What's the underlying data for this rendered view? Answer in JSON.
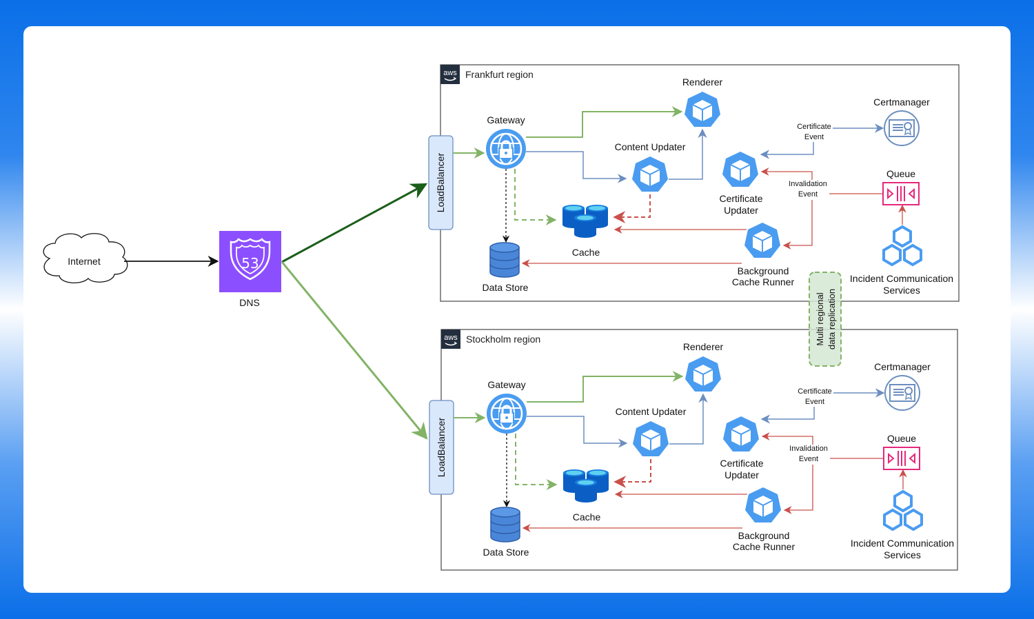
{
  "internet": {
    "label": "Internet"
  },
  "dns": {
    "label": "DNS",
    "badge": "53"
  },
  "replication": {
    "label_line1": "Multi regional",
    "label_line2": "data replication"
  },
  "colors": {
    "primary_flow": "#82b366",
    "dns_to_frankfurt": "#1a5e1a",
    "service_blue": "#4a9cf0",
    "update_flow": "#6c8ebf",
    "invalidation_flow": "#c9504b",
    "queue_pink": "#e6277a",
    "dns_purple": "#8c4fff",
    "loadbalancer_fill": "#dae8fc"
  },
  "regions": [
    {
      "title": "Frankfurt region",
      "aws_logo": "aws",
      "loadbalancer": "LoadBalancer",
      "gateway": "Gateway",
      "renderer": "Renderer",
      "content_updater": "Content Updater",
      "cache": "Cache",
      "data_store": "Data Store",
      "certificate_updater_1": "Certificate",
      "certificate_updater_2": "Updater",
      "background_runner_1": "Background",
      "background_runner_2": "Cache Runner",
      "certmanager": "Certmanager",
      "queue": "Queue",
      "certificate_event_1": "Certificate",
      "certificate_event_2": "Event",
      "invalidation_event_1": "Invalidation",
      "invalidation_event_2": "Event",
      "incident_1": "Incident Communication",
      "incident_2": "Services"
    },
    {
      "title": "Stockholm region",
      "aws_logo": "aws",
      "loadbalancer": "LoadBalancer",
      "gateway": "Gateway",
      "renderer": "Renderer",
      "content_updater": "Content Updater",
      "cache": "Cache",
      "data_store": "Data Store",
      "certificate_updater_1": "Certificate",
      "certificate_updater_2": "Updater",
      "background_runner_1": "Background",
      "background_runner_2": "Cache Runner",
      "certmanager": "Certmanager",
      "queue": "Queue",
      "certificate_event_1": "Certificate",
      "certificate_event_2": "Event",
      "invalidation_event_1": "Invalidation",
      "invalidation_event_2": "Event",
      "incident_1": "Incident Communication",
      "incident_2": "Services"
    }
  ]
}
